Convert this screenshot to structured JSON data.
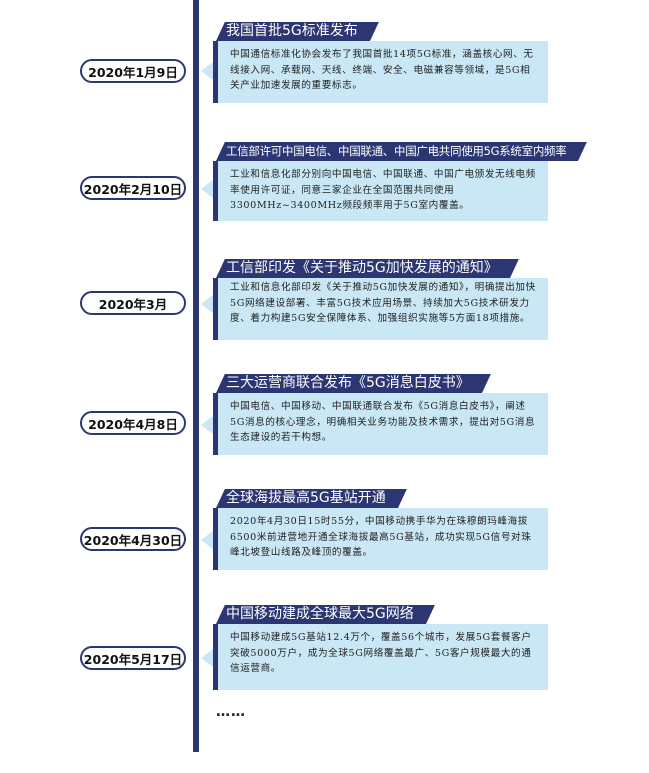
{
  "colors": {
    "axis": "#2b3673",
    "box": "#c9e7f4"
  },
  "entries": [
    {
      "date": "2020年1月9日",
      "title": "我国首批5G标准发布",
      "text": "中国通信标准化协会发布了我国首批14项5G标准，涵盖核心网、无线接入网、承载网、天线、终端、安全、电磁兼容等领域，是5G相关产业加速发展的重要标志。"
    },
    {
      "date": "2020年2月10日",
      "title": "工信部许可中国电信、中国联通、中国广电共同使用5G系统室内频率",
      "text": "工业和信息化部分别向中国电信、中国联通、中国广电颁发无线电频率使用许可证，同意三家企业在全国范围共同使用3300MHz~3400MHz频段频率用于5G室内覆盖。"
    },
    {
      "date": "2020年3月",
      "title": "工信部印发《关于推动5G加快发展的通知》",
      "text": "工业和信息化部印发《关于推动5G加快发展的通知》，明确提出加快5G网络建设部署、丰富5G技术应用场景、持续加大5G技术研发力度、着力构建5G安全保障体系、加强组织实施等5方面18项措施。"
    },
    {
      "date": "2020年4月8日",
      "title": "三大运营商联合发布《5G消息白皮书》",
      "text": "中国电信、中国移动、中国联通联合发布《5G消息白皮书》，阐述5G消息的核心理念，明确相关业务功能及技术需求，提出对5G消息生态建设的若干构想。"
    },
    {
      "date": "2020年4月30日",
      "title": "全球海拔最高5G基站开通",
      "text": "2020年4月30日15时55分，中国移动携手华为在珠穆朗玛峰海拔6500米前进营地开通全球海拔最高5G基站，成功实现5G信号对珠峰北坡登山线路及峰顶的覆盖。"
    },
    {
      "date": "2020年5月17日",
      "title": "中国移动建成全球最大5G网络",
      "text": "中国移动建成5G基站12.4万个，覆盖56个城市，发展5G套餐客户突破5000万户，成为全球5G网络覆盖最广、5G客户规模最大的通信运营商。"
    }
  ],
  "ellipsis": "……"
}
